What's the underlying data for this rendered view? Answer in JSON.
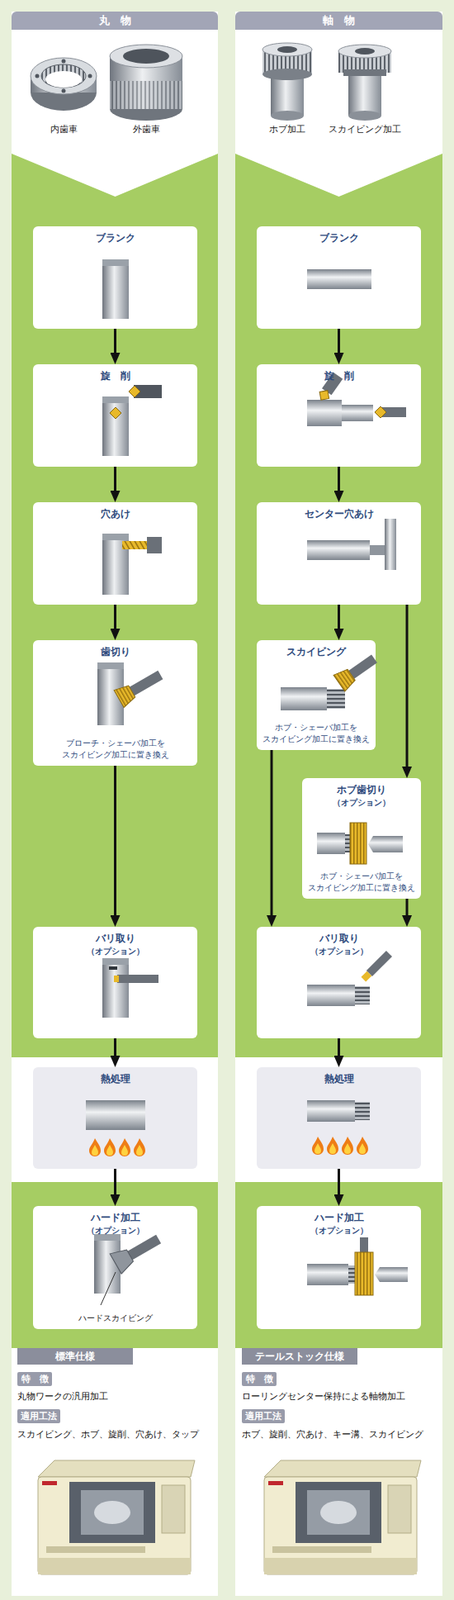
{
  "diagram": {
    "nodes": [
      {
        "text": [
          "丸　物"
        ]
      },
      {
        "text": [
          "ブランク"
        ]
      },
      {
        "text": [
          "旋　削"
        ]
      },
      {
        "text": [
          "穴あけ"
        ]
      },
      {
        "text": [
          "歯切り",
          "ブローチ・シェーバ加工を スカイビング加工に置き換え"
        ]
      },
      {
        "text": [
          "バリ取り",
          "（オプション）"
        ]
      },
      {
        "text": [
          "熱処理"
        ]
      },
      {
        "text": [
          "ハード加工",
          "（オプション）",
          "ハードスカイビング"
        ]
      },
      {
        "text": [
          "標準仕様"
        ]
      },
      {
        "text": [
          "特　徴"
        ]
      },
      {
        "text": [
          "適用工法"
        ]
      },
      {
        "text": [
          "軸　物"
        ]
      },
      {
        "text": [
          "ブランク"
        ]
      },
      {
        "text": [
          "旋　削"
        ]
      },
      {
        "text": [
          "センター穴あけ"
        ]
      },
      {
        "text": [
          "スカイビング",
          "ホブ・シェーバ加工を スカイビング加工に置き換え"
        ]
      },
      {
        "text": [
          "ホブ歯切り",
          "（オプション）",
          "ホブ・シェーバ加工を スカイビング加工に置き換え"
        ]
      },
      {
        "text": [
          "バリ取り",
          "（オプション）"
        ]
      },
      {
        "text": [
          "熱処理"
        ]
      },
      {
        "text": [
          "ハード加工",
          "（オプション）"
        ]
      },
      {
        "text": [
          "テールストック仕様"
        ]
      },
      {
        "text": [
          "特　徴"
        ]
      },
      {
        "text": [
          "適用工法"
        ]
      }
    ],
    "edges": [
      {
        "from": 1,
        "to": 2,
        "arrow": "to"
      },
      {
        "from": 2,
        "to": 3,
        "arrow": "to"
      },
      {
        "from": 3,
        "to": 4,
        "arrow": "to"
      },
      {
        "from": 4,
        "to": 5,
        "arrow": "to"
      },
      {
        "from": 5,
        "to": 6,
        "arrow": "to"
      },
      {
        "from": 6,
        "to": 7,
        "arrow": "to"
      },
      {
        "from": 12,
        "to": 13,
        "arrow": "to"
      },
      {
        "from": 13,
        "to": 14,
        "arrow": "to"
      },
      {
        "from": 14,
        "to": 15,
        "arrow": "to"
      },
      {
        "from": 14,
        "to": 16,
        "arrow": "to"
      },
      {
        "from": 15,
        "to": 17,
        "arrow": "to"
      },
      {
        "from": 16,
        "to": 17,
        "arrow": "to"
      },
      {
        "from": 17,
        "to": 18,
        "arrow": "to"
      },
      {
        "from": 18,
        "to": 19,
        "arrow": "to"
      }
    ],
    "labels": [
      "内歯車",
      "外歯車",
      "ホブ加工",
      "スカイビング加工",
      "丸物ワークの汎用加工",
      "スカイビング、ホブ、旋削、穴あけ、タップ",
      "ローリングセンター保持による軸物加工",
      "ホブ、旋削、穴あけ、キー溝、スカイビング"
    ]
  }
}
